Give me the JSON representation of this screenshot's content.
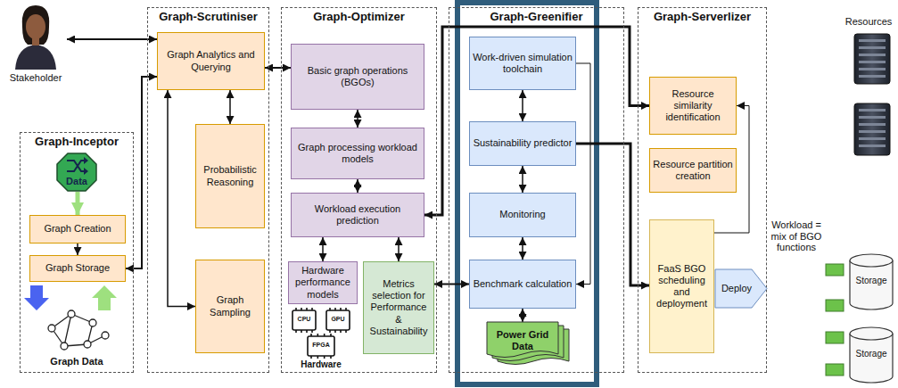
{
  "diagram": {
    "nodes": [
      {
        "text": [
          "Stakeholder"
        ]
      },
      {
        "text": [
          "Graph-Inceptor"
        ]
      },
      {
        "text": [
          "Data"
        ],
        "in": 1
      },
      {
        "text": [
          "Graph Creation"
        ],
        "in": 1
      },
      {
        "text": [
          "Graph Storage"
        ],
        "in": 1
      },
      {
        "text": [
          "Graph-Scrutiniser"
        ]
      },
      {
        "text": [
          "Graph Analytics and Querying"
        ],
        "in": 5
      },
      {
        "text": [
          "Probabilistic Reasoning"
        ],
        "in": 5
      },
      {
        "text": [
          "Graph Sampling"
        ],
        "in": 5
      },
      {
        "text": [
          "Graph-Optimizer"
        ]
      },
      {
        "text": [
          "Basic graph operations (BGOs)"
        ],
        "in": 9
      },
      {
        "text": [
          "Graph processing workload models"
        ],
        "in": 9
      },
      {
        "text": [
          "Workload execution prediction"
        ],
        "in": 9
      },
      {
        "text": [
          "Hardware performance models"
        ],
        "in": 9
      },
      {
        "text": [
          "Metrics selection for Performance & Sustainability"
        ],
        "in": 9
      },
      {
        "text": [
          "Graph-Greenifier"
        ]
      },
      {
        "text": [
          "Work-driven simulation toolchain"
        ],
        "in": 15
      },
      {
        "text": [
          "Sustainability predictor"
        ],
        "in": 15
      },
      {
        "text": [
          "Monitoring"
        ],
        "in": 15
      },
      {
        "text": [
          "Benchmark calculation"
        ],
        "in": 15
      },
      {
        "text": [
          "Power Grid Data"
        ],
        "in": 15
      },
      {
        "text": [
          "Graph-Serverlizer"
        ]
      },
      {
        "text": [
          "Resource similarity identification"
        ],
        "in": 21
      },
      {
        "text": [
          "Resource partition creation"
        ],
        "in": 21
      },
      {
        "text": [
          "FaaS BGO scheduling and deployment"
        ],
        "in": 21
      },
      {
        "text": [
          "Deploy"
        ],
        "in": 21
      }
    ],
    "edges": [
      {
        "from": 0,
        "to": 6,
        "arrow": "both"
      },
      {
        "from": 2,
        "to": 3,
        "arrow": "to"
      },
      {
        "from": 3,
        "to": 4,
        "arrow": "to"
      },
      {
        "from": 4,
        "to": 6,
        "arrow": "both"
      },
      {
        "from": 6,
        "to": 7,
        "arrow": "both"
      },
      {
        "from": 6,
        "to": 8,
        "arrow": "both"
      },
      {
        "from": 6,
        "to": 10,
        "arrow": "both"
      },
      {
        "from": 10,
        "to": 11,
        "arrow": "both"
      },
      {
        "from": 11,
        "to": 12,
        "arrow": "both"
      },
      {
        "from": 12,
        "to": 13,
        "arrow": "both"
      },
      {
        "from": 12,
        "to": 14,
        "arrow": "both"
      },
      {
        "from": 14,
        "to": 19,
        "arrow": "both"
      },
      {
        "from": 16,
        "to": 17,
        "arrow": "both"
      },
      {
        "from": 17,
        "to": 18,
        "arrow": "both"
      },
      {
        "from": 18,
        "to": 19,
        "arrow": "both"
      },
      {
        "from": 19,
        "to": 20,
        "arrow": "both"
      },
      {
        "from": 16,
        "to": 19,
        "arrow": "to"
      },
      {
        "from": 12,
        "to": 22,
        "arrow": "both"
      },
      {
        "from": 17,
        "to": 24,
        "arrow": "to"
      },
      {
        "from": 24,
        "to": 22,
        "arrow": "to"
      }
    ],
    "labels": [
      "Graph Data",
      "Hardware",
      "CPU",
      "GPU",
      "FPGA",
      "Workload = mix of BGO functions",
      "Resources",
      "Storage",
      "Storage"
    ]
  }
}
